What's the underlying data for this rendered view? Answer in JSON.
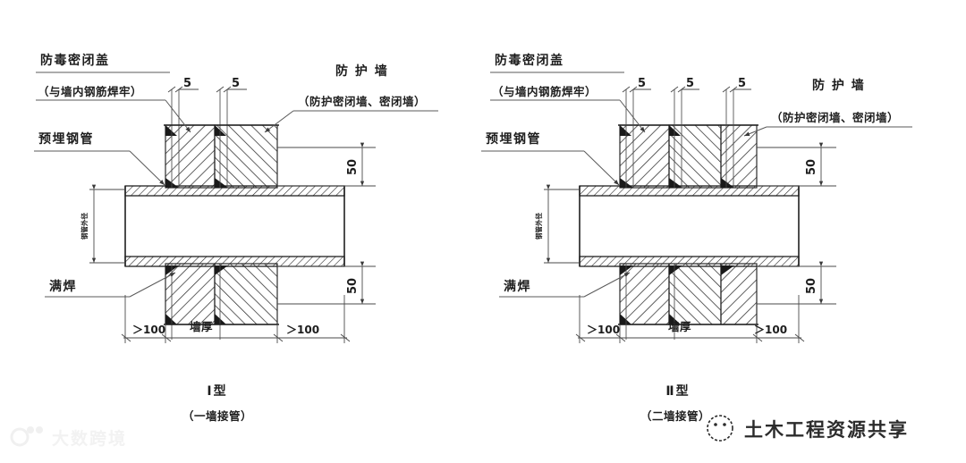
{
  "page": {
    "title": "防毒密闭盖穿墙管做法",
    "bg_color": "#ffffff",
    "ink_color": "#2b2b2b"
  },
  "watermarks": {
    "bottom_left": {
      "icon": "paw-logo-icon",
      "text": "大数跨境"
    },
    "bottom_right": {
      "icon": "wechat-icon",
      "text": "土木工程资源共享"
    }
  },
  "diagrams": [
    {
      "id": "type-1",
      "caption_title": "Ⅰ型",
      "caption_sub": "（一墙接管）",
      "labels": {
        "cover_main": "防毒密闭盖",
        "cover_sub": "（与墙内钢筋焊牢）",
        "wall_main": "防 护 墙",
        "wall_sub": "（防护密闭墙、密闭墙）",
        "pipe": "预埋钢管",
        "weld": "满焊",
        "pipe_dia": "钢管外径"
      },
      "dimensions": {
        "top_gaps": [
          "5",
          "5"
        ],
        "edge_top": "50",
        "edge_bottom": "50",
        "left_clear": "＞100",
        "wall_thickness": "墙厚",
        "right_clear": "＞100"
      }
    },
    {
      "id": "type-2",
      "caption_title": "Ⅱ型",
      "caption_sub": "（二墙接管）",
      "labels": {
        "cover_main": "防毒密闭盖",
        "cover_sub": "（与墙内钢筋焊牢）",
        "wall_main": "防 护 墙",
        "wall_sub": "（防护密闭墙、密闭墙）",
        "pipe": "预埋钢管",
        "weld": "满焊",
        "pipe_dia": "钢管外径"
      },
      "dimensions": {
        "top_gaps": [
          "5",
          "5",
          "5"
        ],
        "edge_top": "50",
        "edge_bottom": "50",
        "left_clear": "＞100",
        "wall_thickness": "墙厚",
        "right_clear": "＞100"
      }
    }
  ]
}
